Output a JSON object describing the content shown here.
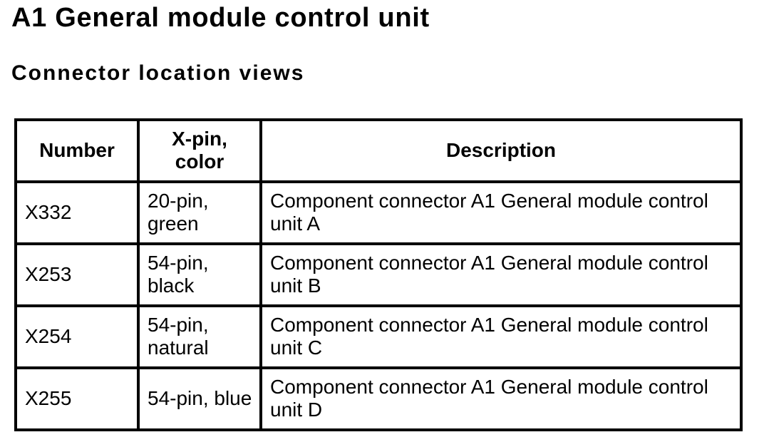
{
  "page": {
    "title": "A1 General module control unit",
    "subtitle": "Connector location views"
  },
  "table": {
    "columns": [
      {
        "key": "number",
        "label": "Number"
      },
      {
        "key": "pin_color",
        "label": "X-pin,\ncolor"
      },
      {
        "key": "description",
        "label": "Description"
      }
    ],
    "rows": [
      {
        "number": "X332",
        "pin_color": "20-pin, green",
        "description": "Component connector A1 General module control unit A"
      },
      {
        "number": "X253",
        "pin_color": "54-pin, black",
        "description": "Component connector A1 General module control unit B"
      },
      {
        "number": "X254",
        "pin_color": "54-pin, natural",
        "description": "Component connector A1 General module control unit C"
      },
      {
        "number": "X255",
        "pin_color": "54-pin, blue",
        "description": "Component connector A1 General module control unit D"
      }
    ]
  },
  "colors": {
    "text": "#000000",
    "background": "#ffffff",
    "table_border": "#000000"
  }
}
